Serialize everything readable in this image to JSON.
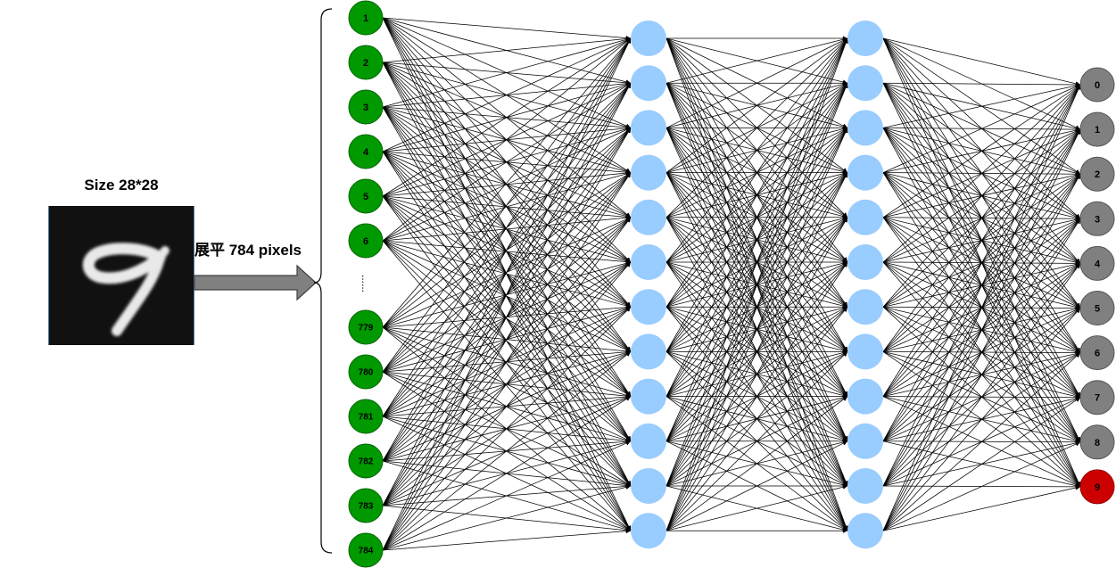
{
  "image_panel": {
    "title": "Size 28*28",
    "flatten_label": "展平 784 pixels"
  },
  "network": {
    "input_layer": {
      "labels_top": [
        "1",
        "2",
        "3",
        "4",
        "5",
        "6"
      ],
      "ellipsis": "......",
      "labels_bottom": [
        "779",
        "780",
        "781",
        "782",
        "783",
        "784"
      ],
      "color": "#009900"
    },
    "hidden_layer_1": {
      "node_count": 12,
      "color": "#99ccff"
    },
    "hidden_layer_2": {
      "node_count": 12,
      "color": "#99ccff"
    },
    "output_layer": {
      "labels": [
        "0",
        "1",
        "2",
        "3",
        "4",
        "5",
        "6",
        "7",
        "8",
        "9"
      ],
      "color": "#808080",
      "highlight_label": "9",
      "highlight_color": "#cc0000"
    }
  }
}
